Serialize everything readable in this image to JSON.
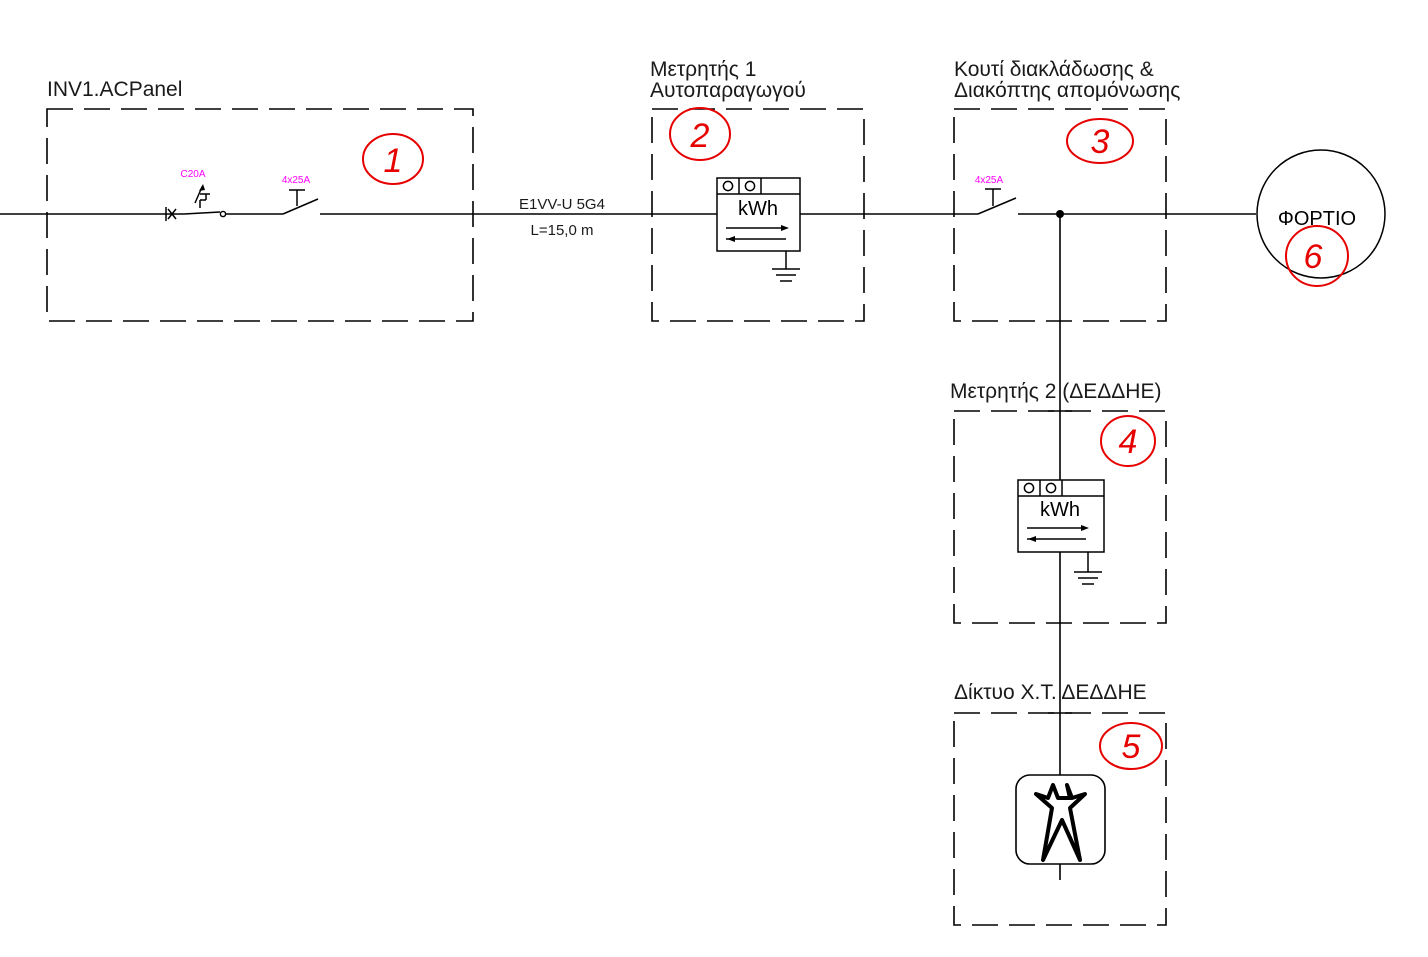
{
  "panels": {
    "inverter_panel": {
      "title": "INV1.ACPanel",
      "number": "1"
    },
    "meter1": {
      "title_line1": "Μετρητής 1",
      "title_line2": "Αυτοπαραγωγού",
      "number": "2"
    },
    "junction": {
      "title_line1": "Κουτί διακλάδωσης &",
      "title_line2": "Διακόπτης απομόνωσης",
      "number": "3"
    },
    "meter2": {
      "title": "Μετρητής 2 (ΔΕΔΔΗΕ)",
      "number": "4"
    },
    "grid": {
      "title": "Δίκτυο Χ.Τ.  ΔΕΔΔΗΕ",
      "number": "5"
    },
    "load": {
      "title": "ΦΟΡΤΙΟ",
      "number": "6"
    }
  },
  "devices": {
    "breaker_rating": "C20A",
    "inverter_switch_rating": "4x25A",
    "isolator_rating": "4x25A",
    "meter_unit": "kWh"
  },
  "cable": {
    "type": "E1VV-U 5G4",
    "length": "L=15,0 m"
  },
  "colors": {
    "line": "#000000",
    "annotation": "#e60000",
    "rating": "#ff00ff"
  },
  "icons": [
    "circuit-breaker-icon",
    "switch-icon",
    "energy-meter-icon",
    "ground-icon",
    "grid-tower-icon",
    "load-icon"
  ]
}
